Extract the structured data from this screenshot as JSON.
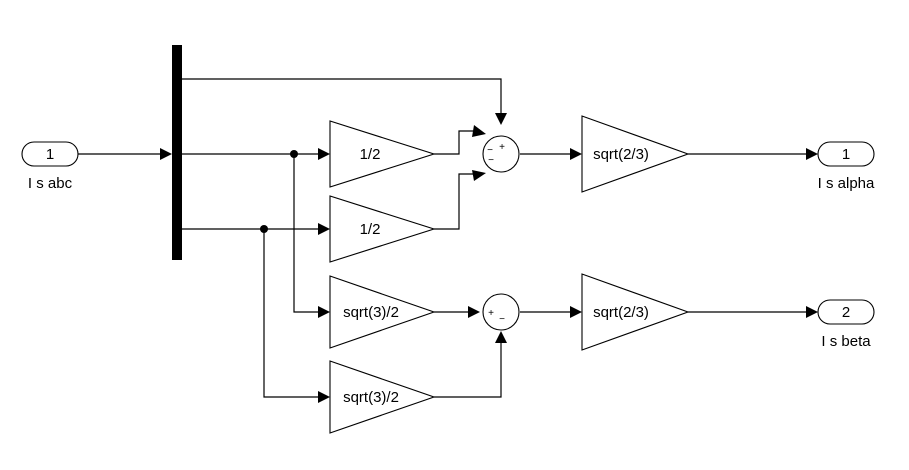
{
  "ports": {
    "in1": {
      "number": "1",
      "label": "I s abc"
    },
    "out1": {
      "number": "1",
      "label": "I s alpha"
    },
    "out2": {
      "number": "2",
      "label": "I s beta"
    }
  },
  "gains": {
    "g1": "1/2",
    "g2": "1/2",
    "g3": "sqrt(3)/2",
    "g4": "sqrt(3)/2",
    "g5": "sqrt(2/3)",
    "g6": "sqrt(2/3)"
  },
  "sum1": {
    "signs": [
      "−",
      "+",
      "−"
    ]
  },
  "sum2": {
    "signs": [
      "+",
      "−"
    ]
  }
}
